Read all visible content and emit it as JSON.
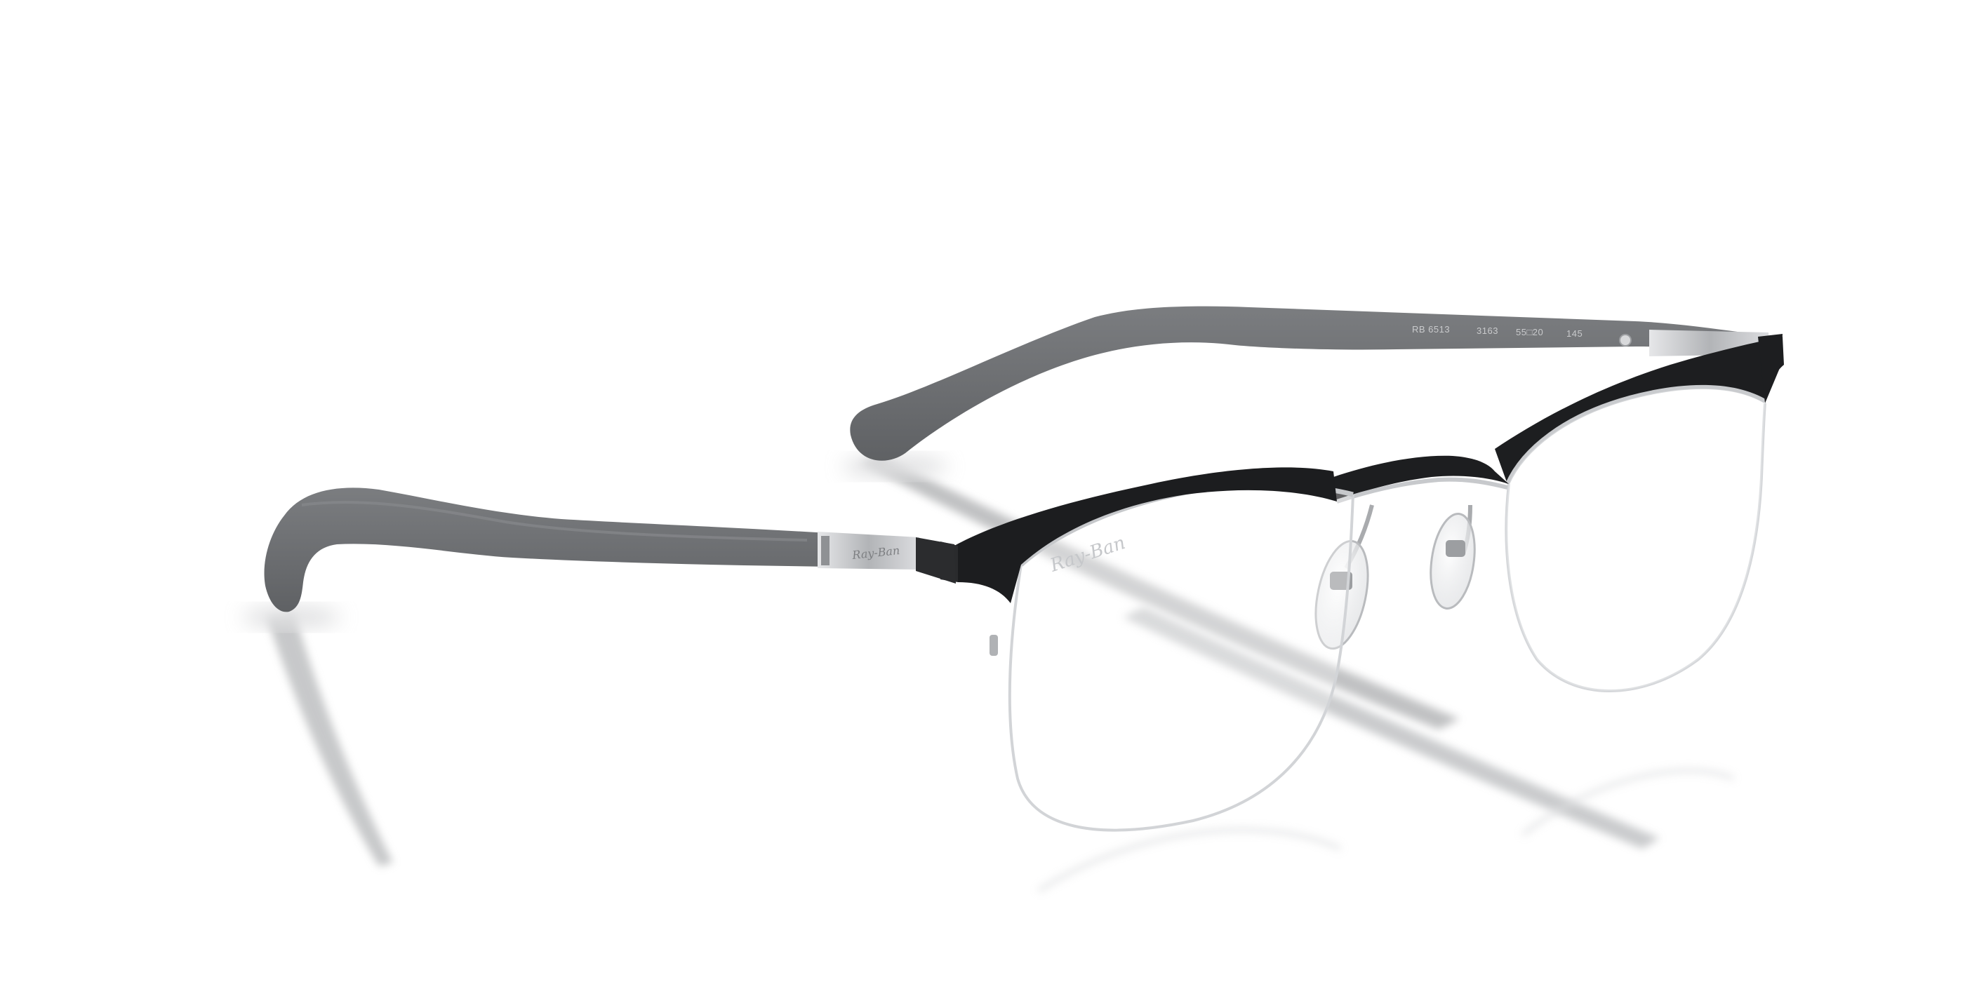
{
  "product": {
    "temple_print": {
      "model": "RB 6513",
      "color_code": "3163",
      "size": "55□20",
      "temple_length": "145"
    },
    "logo_text": "Ray-Ban"
  },
  "colors": {
    "background": "#ffffff",
    "temple_gray": "#6f7173",
    "temple_gray_light": "#85878a",
    "brow_black": "#1c1d1f",
    "rim_silver": "#c9cbce",
    "metal_silver": "#b8babd",
    "shadow": "#cfd0d2",
    "print_color": "#c9cacc"
  }
}
